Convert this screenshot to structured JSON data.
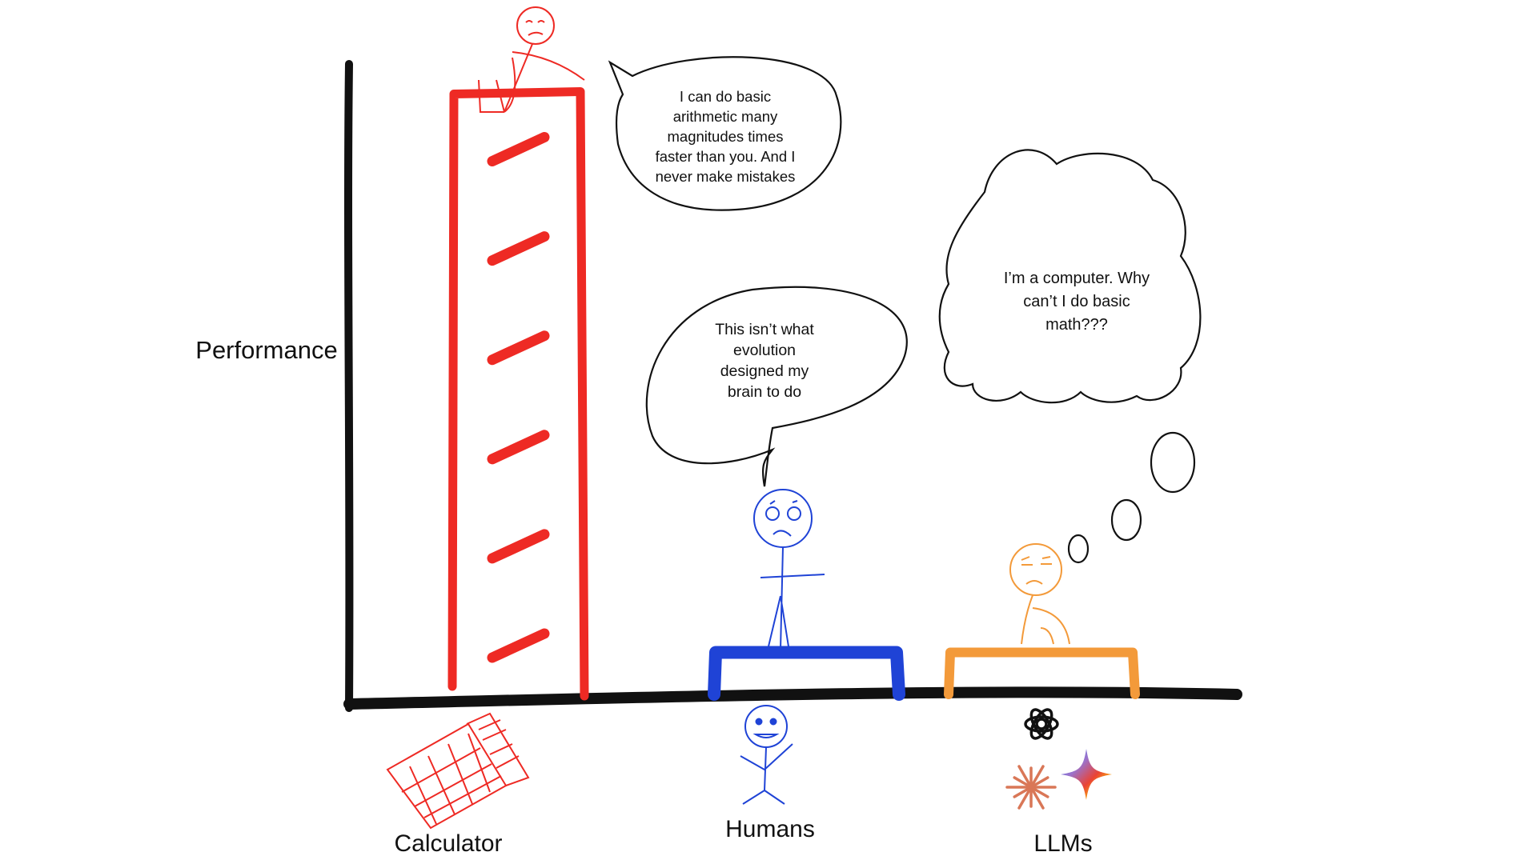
{
  "chart_data": {
    "type": "bar",
    "title": "",
    "xlabel": "",
    "ylabel": "Performance",
    "categories": [
      "Calculator",
      "Humans",
      "LLMs"
    ],
    "values": [
      10,
      0.7,
      0.7
    ],
    "ylim": [
      0,
      10.5
    ],
    "grid": false,
    "bar_colors": [
      "#ee2a24",
      "#1f43d6",
      "#f39a3a"
    ]
  },
  "speech": {
    "calculator": [
      "I can do basic",
      "arithmetic many",
      "magnitudes times",
      "faster than you. And I",
      "never make mistakes"
    ],
    "humans": [
      "This isn’t what",
      "evolution",
      "designed my",
      "brain to do"
    ],
    "llms": [
      "I’m a computer. Why",
      "can’t I do basic",
      "math???"
    ]
  },
  "icons": {
    "calculator": "calculator-icon",
    "humans": "stick-figure-icon",
    "llms": [
      "openai-logo-icon",
      "claude-logo-icon",
      "gemini-logo-icon"
    ]
  },
  "colors": {
    "axis": "#111111",
    "openai": "#111111",
    "claude": "#d97757",
    "gemini": [
      "#4285f4",
      "#ea4335",
      "#fbbc05",
      "#34a853"
    ]
  }
}
